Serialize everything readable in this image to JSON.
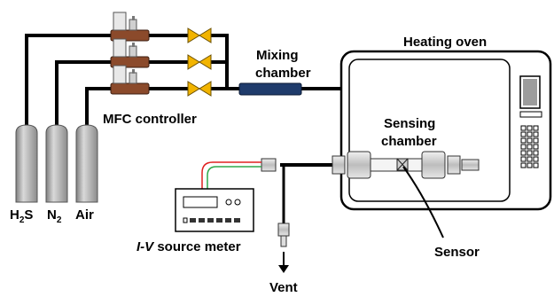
{
  "labels": {
    "mixing_line1": "Mixing",
    "mixing_line2": "chamber",
    "heating_oven": "Heating oven",
    "sensing_line1": "Sensing",
    "sensing_line2": "chamber",
    "mfc_controller": "MFC controller",
    "source_meter_prefix": "I-V",
    "source_meter_rest": " source meter",
    "sensor": "Sensor",
    "vent": "Vent"
  },
  "gases": {
    "h2s_main": "H",
    "h2s_sub": "2",
    "h2s_tail": "S",
    "n2_main": "N",
    "n2_sub": "2",
    "air": "Air"
  },
  "colors": {
    "pipe": "#000000",
    "cylinder": "#a6a6a6",
    "valve": "#f2b400",
    "mfc_body": "#8b4a2b",
    "mixing_chamber": "#1f3b6b",
    "wire_red": "#e02020",
    "wire_green": "#2ea84a"
  }
}
